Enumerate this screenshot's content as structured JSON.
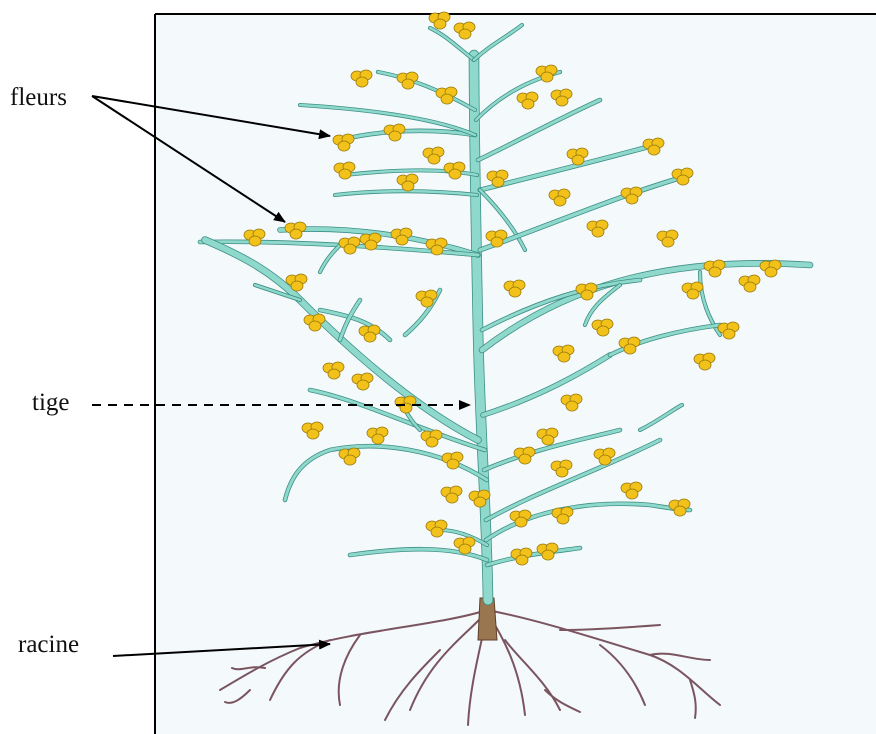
{
  "labels": {
    "flowers": "fleurs",
    "stem": "tige",
    "root": "racine"
  },
  "colors": {
    "background": "#ffffff",
    "panel": "#f4f9fb",
    "frame": "#000000",
    "stem": "#8fd9cc",
    "stem_edge": "#3d8f86",
    "petal": "#f2c21b",
    "petal_edge": "#9a7a0a",
    "root": "#7a5560",
    "root_base": "#8a6a4a",
    "arrow": "#000000"
  },
  "icons": {
    "arrow_solid": "arrow-icon",
    "arrow_dashed": "dashed-arrow-icon",
    "flower": "flower-icon"
  }
}
